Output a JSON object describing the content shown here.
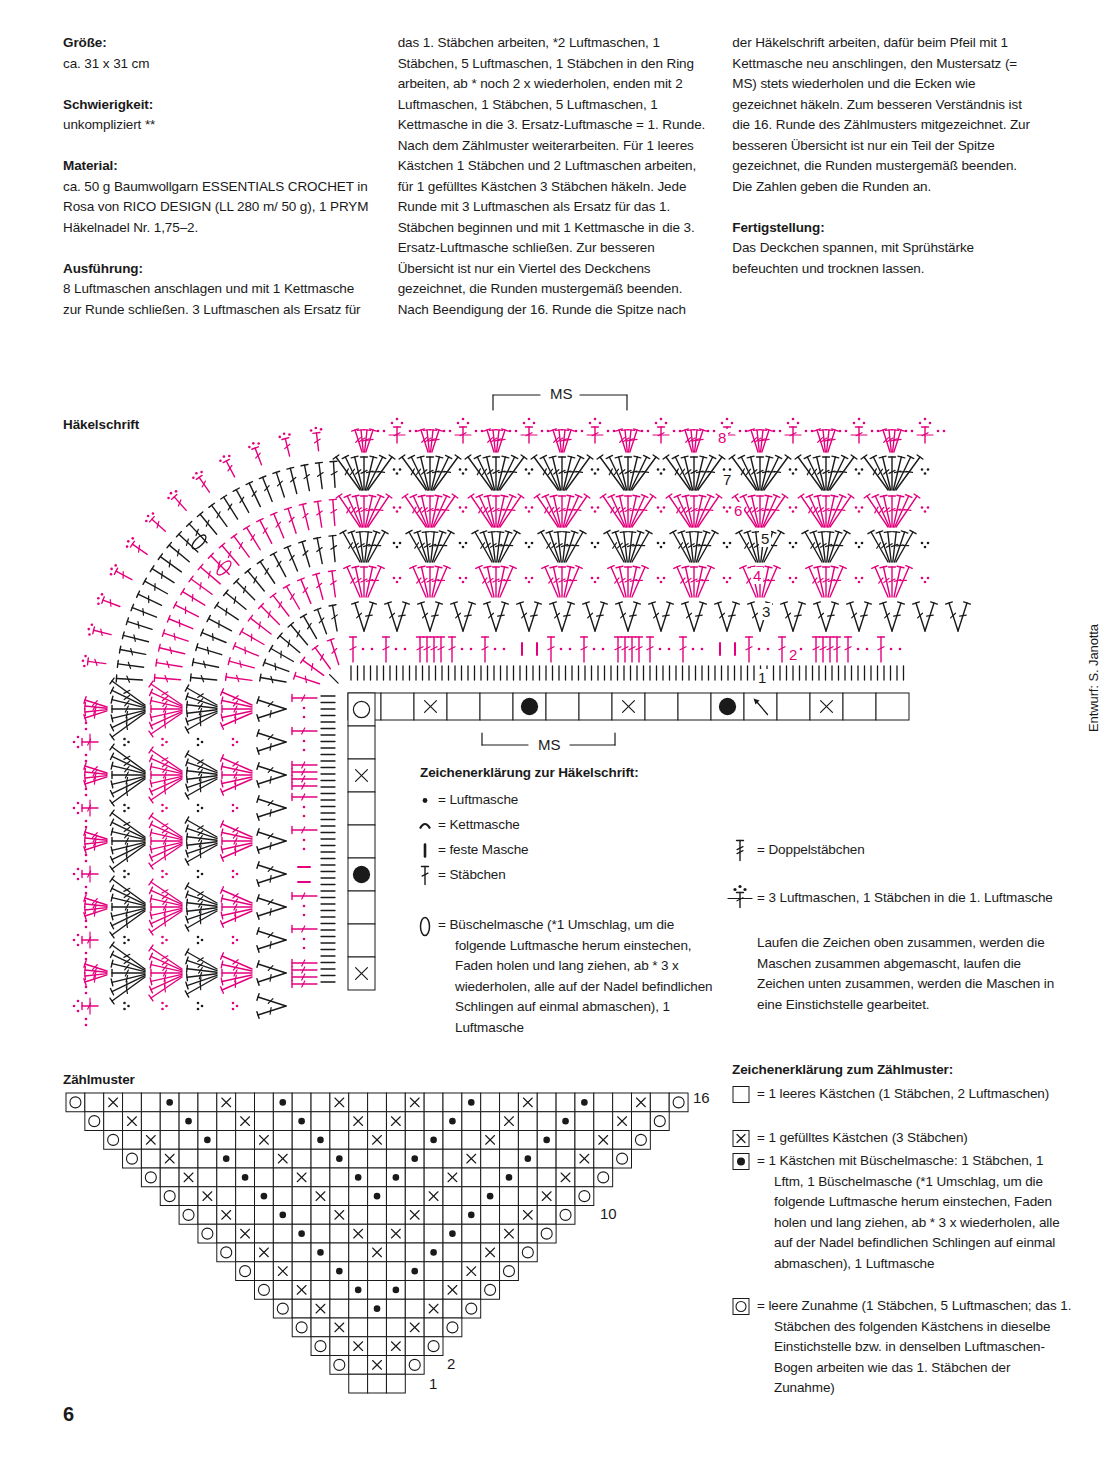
{
  "diagram": {
    "labels": [
      "Größe:",
      "ca. 31 x 31 cm",
      "Schwierigkeit:",
      "unkompliziert **",
      "Material:",
      "ca. 50 g Baumwollgarn ESSENTIALS CROCHET in Rosa von RICO DESIGN (LL 280 m/ 50 g), 1 PRYM Häkelnadel Nr. 1,75–2.",
      "Ausführung:",
      "8 Luftmaschen anschlagen und mit 1 Kettmasche zur Runde schließen. 3 Luftmaschen als Ersatz für das 1. Stäbchen arbeiten, *2 Luftmaschen, 1 Stäbchen, 5 Luftmaschen, 1 Stäbchen in den Ring arbeiten, ab * noch 2 x wiederholen, enden mit 2 Luftmaschen, 1 Stäbchen, 5 Luftmaschen, 1 Kettmasche in die 3. Ersatz-Luftmasche = 1. Runde. Nach dem Zählmuster weiterarbeiten. Für 1 leeres Kästchen 1 Stäbchen und 2 Luftmaschen arbeiten, für 1 gefülltes Kästchen 3 Stäbchen häkeln. Jede Runde mit 3 Luftmaschen als Ersatz für das 1. Stäbchen beginnen und mit 1 Kettmasche in die 3. Ersatz-Luftmasche schließen. Zur besseren Übersicht ist nur ein Viertel des Deckchens gezeichnet, die Runden mustergemäß beenden. Nach Beendigung der 16. Runde die Spitze nach der Häkelschrift arbeiten, dafür beim Pfeil mit 1 Kettmasche neu anschlingen, den Mustersatz (= MS) stets wiederholen und die Ecken wie gezeichnet häkeln. Zum besseren Verständnis ist die 16. Runde des Zählmusters mitgezeichnet. Zur besseren Übersicht ist nur ein Teil der Spitze gezeichnet, die Runden mustergemäß beenden. Die Zahlen geben die Runden an.",
      "Fertigstellung:",
      "Das Deckchen spannen, mit Sprühstärke befeuchten und trocknen lassen.",
      "Häkelschrift",
      "MS",
      "8",
      "7",
      "6",
      "5",
      "4",
      "3",
      "2",
      "1",
      "MS",
      "Zeichenerklärung zur Häkelschrift:",
      "Laufen die Zeichen oben zusammen, werden die Maschen zusammen abgemascht, laufen die Zeichen unten zusammen, werden die Maschen in eine Einstichstelle gearbeitet.",
      "Zählmuster",
      "16",
      "10",
      "2",
      "1",
      "Zeichenerklärung zum Zählmuster:",
      "6",
      "Entwurf: S. Janotta"
    ],
    "legend": [
      {
        "text": "= Luftmasche"
      },
      {
        "text": "= Kettmasche"
      },
      {
        "text": "= feste Masche"
      },
      {
        "text": "= Stäbchen"
      },
      {
        "text": "= Büschelmasche (*1 Umschlag, um die folgende Luftmasche herum einstechen, Faden holen und lang ziehen, ab * 3 x wiederholen, alle auf der Nadel befindlichen Schlingen auf einmal abmaschen), 1 Luftmasche"
      },
      {
        "text": "= Doppelstäbchen"
      },
      {
        "text": "= 3 Luftmaschen, 1 Stäbchen in die 1. Luftmasche"
      },
      {
        "text": "= 1 leeres Kästchen (1 Stäbchen, 2 Luftmaschen)"
      },
      {
        "text": "= 1 gefülltes Kästchen (3 Stäbchen)"
      },
      {
        "text": "= 1 Kästchen mit Büschelmasche: 1 Stäbchen, 1 Lftm, 1 Büschelmasche (*1 Umschlag, um die folgende Luftmasche herum einstechen, Faden holen und lang ziehen, ab * 3 x wiederholen, alle auf der Nadel befindlichen Schlingen auf einmal abmaschen), 1 Luftmasche"
      },
      {
        "text": "= leere Zunahme (1 Stäbchen, 5 Luftmaschen; das 1. Stäbchen des folgenden Kästchens in dieselbe Einstichstelle bzw. in denselben Luftmaschen-Bogen arbeiten wie das 1. Stäbchen der Zunahme)"
      }
    ]
  }
}
